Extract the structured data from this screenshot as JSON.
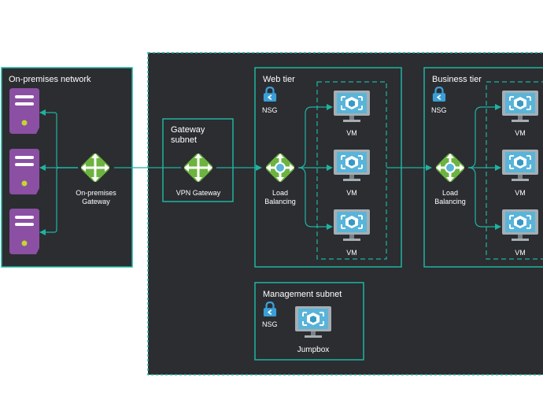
{
  "onprem": {
    "title": "On-premises network",
    "gateway_label_line1": "On-premises",
    "gateway_label_line2": "Gateway"
  },
  "gateway_subnet": {
    "title_line1": "Gateway",
    "title_line2": "subnet",
    "vpn_label": "VPN Gateway"
  },
  "web_tier": {
    "title": "Web tier",
    "nsg_label": "NSG",
    "lb_label_line1": "Load",
    "lb_label_line2": "Balancing",
    "vm_labels": [
      "VM",
      "VM",
      "VM"
    ]
  },
  "business_tier": {
    "title": "Business tier",
    "nsg_label": "NSG",
    "lb_label_line1": "Load",
    "lb_label_line2": "Balancing",
    "vm_labels": [
      "VM",
      "VM",
      "VM"
    ]
  },
  "management_subnet": {
    "title": "Management subnet",
    "nsg_label": "NSG",
    "jumpbox_label": "Jumpbox"
  },
  "colors": {
    "panel_bg": "#2b2d31",
    "border": "#1fb3a0",
    "arrow": "#1fb3a0",
    "server_purple": "#8b4fa3",
    "gateway_green": "#6cb33f",
    "vm_blue": "#59b4d9",
    "nsg_blue": "#3a9fd8"
  },
  "icons": [
    "server-icon",
    "gateway-icon",
    "load-balancer-icon",
    "vm-icon",
    "nsg-lock-icon"
  ]
}
